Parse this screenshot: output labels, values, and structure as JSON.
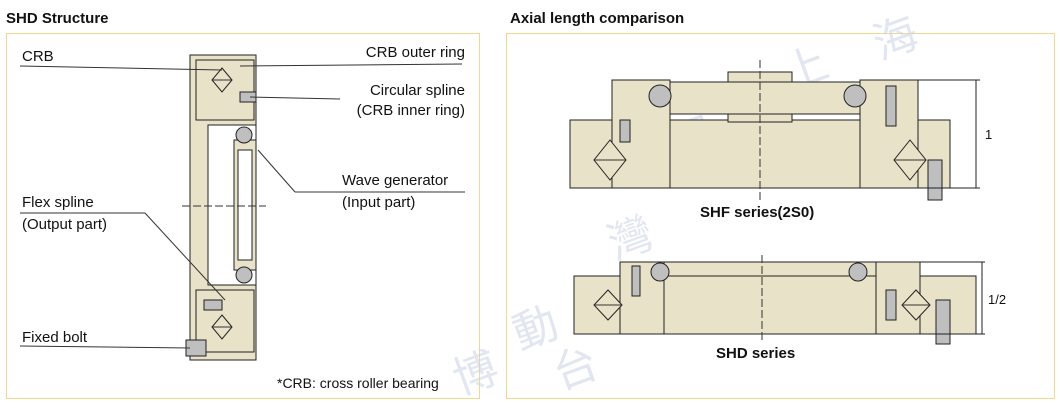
{
  "left_section": {
    "title": "SHD Structure",
    "labels": {
      "crb": "CRB",
      "crb_outer_ring": "CRB outer ring",
      "circular_spline_1": "Circular spline",
      "circular_spline_2": "(CRB inner ring)",
      "wave_generator_1": "Wave generator",
      "wave_generator_2": "(Input part)",
      "flex_spline_1": "Flex spline",
      "flex_spline_2": "(Output part)",
      "fixed_bolt": "Fixed bolt"
    },
    "footnote": "*CRB: cross roller bearing"
  },
  "right_section": {
    "title": "Axial length comparison",
    "shf_caption": "SHF series(2S0)",
    "shd_caption": "SHD series",
    "shf_dimension": "1",
    "shd_dimension": "1/2"
  },
  "colors": {
    "panel_border": "#f2d78e",
    "part_fill": "#e8e2c8",
    "gray_fill": "#bfbfbf"
  }
}
